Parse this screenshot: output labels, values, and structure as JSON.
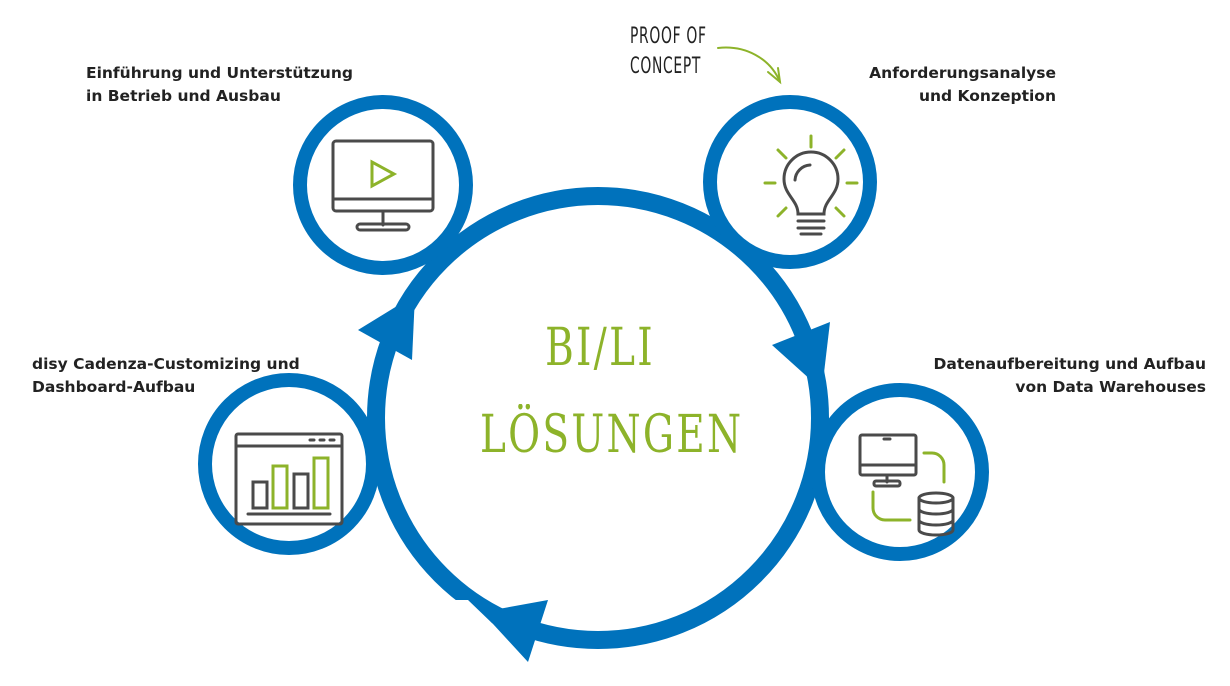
{
  "title": {
    "line1": "BI/LI",
    "line2": "LÖSUNGEN"
  },
  "annotation": {
    "line1": "PROOF OF",
    "line2": "CONCEPT"
  },
  "steps": [
    {
      "line1": "Einführung und Unterstützung",
      "line2": "in Betrieb und Ausbau",
      "icon": "monitor-play-icon"
    },
    {
      "line1": "Anforderungsanalyse",
      "line2": "und Konzeption",
      "icon": "lightbulb-icon"
    },
    {
      "line1": "Datenaufbereitung und Aufbau",
      "line2": "von Data Warehouses",
      "icon": "monitor-database-icon"
    },
    {
      "line1": "disy Cadenza-Customizing und",
      "line2": "Dashboard-Aufbau",
      "icon": "dashboard-chart-icon"
    }
  ],
  "colors": {
    "blue": "#0072bc",
    "green": "#8db32a",
    "gray": "#4a4a4a"
  }
}
